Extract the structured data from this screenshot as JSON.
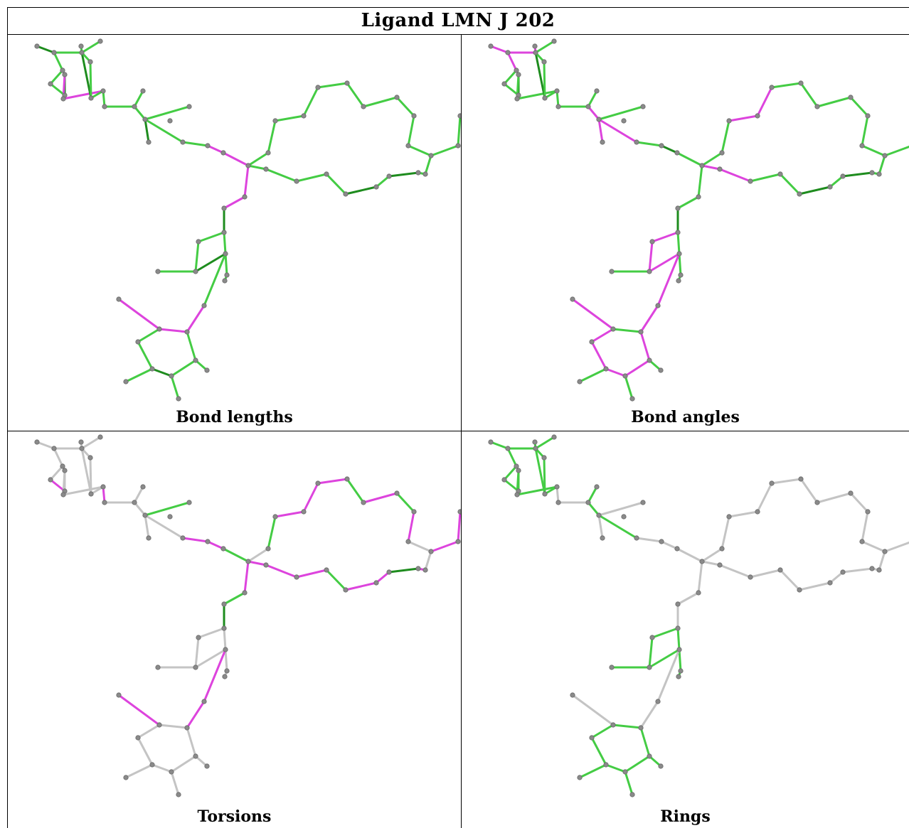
{
  "title": "Ligand LMN J 202",
  "panels": [
    {
      "id": "bond-lengths",
      "caption": "Bond lengths"
    },
    {
      "id": "bond-angles",
      "caption": "Bond angles"
    },
    {
      "id": "torsions",
      "caption": "Torsions"
    },
    {
      "id": "rings",
      "caption": "Rings"
    }
  ],
  "colors": {
    "green": "#44cc44",
    "dark_green": "#1e8c1e",
    "magenta": "#dd44dd",
    "grey_bond": "#c4c4c4",
    "atom": "#8a8a8a",
    "border": "#000000"
  }
}
